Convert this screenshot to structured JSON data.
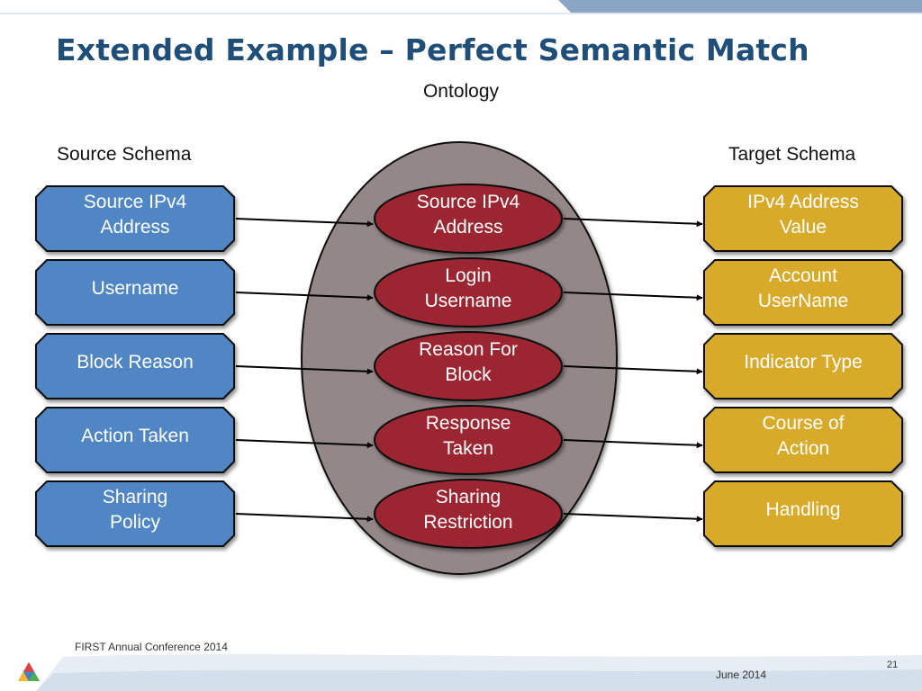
{
  "slide": {
    "title": "Extended Example – Perfect Semantic Match",
    "ontology_label": "Ontology",
    "source_label": "Source Schema",
    "target_label": "Target Schema"
  },
  "colors": {
    "source": "#4f86c3",
    "ontology_node": "#9b2530",
    "target": "#d8aa2b",
    "ontology_bg": "#948787",
    "title": "#1f4e79"
  },
  "rows": [
    {
      "source": [
        "Source IPv4",
        "Address"
      ],
      "ontology": [
        "Source IPv4",
        "Address"
      ],
      "target": [
        "IPv4 Address",
        "Value"
      ]
    },
    {
      "source": [
        "Username"
      ],
      "ontology": [
        "Login",
        "Username"
      ],
      "target": [
        "Account",
        "UserName"
      ]
    },
    {
      "source": [
        "Block Reason"
      ],
      "ontology": [
        "Reason For",
        "Block"
      ],
      "target": [
        "Indicator Type"
      ]
    },
    {
      "source": [
        "Action Taken"
      ],
      "ontology": [
        "Response",
        "Taken"
      ],
      "target": [
        "Course of",
        "Action"
      ]
    },
    {
      "source": [
        "Sharing",
        "Policy"
      ],
      "ontology": [
        "Sharing",
        "Restriction"
      ],
      "target": [
        "Handling"
      ]
    }
  ],
  "footer": {
    "conference": "FIRST Annual Conference 2014",
    "page": "21",
    "date": "June 2014"
  }
}
